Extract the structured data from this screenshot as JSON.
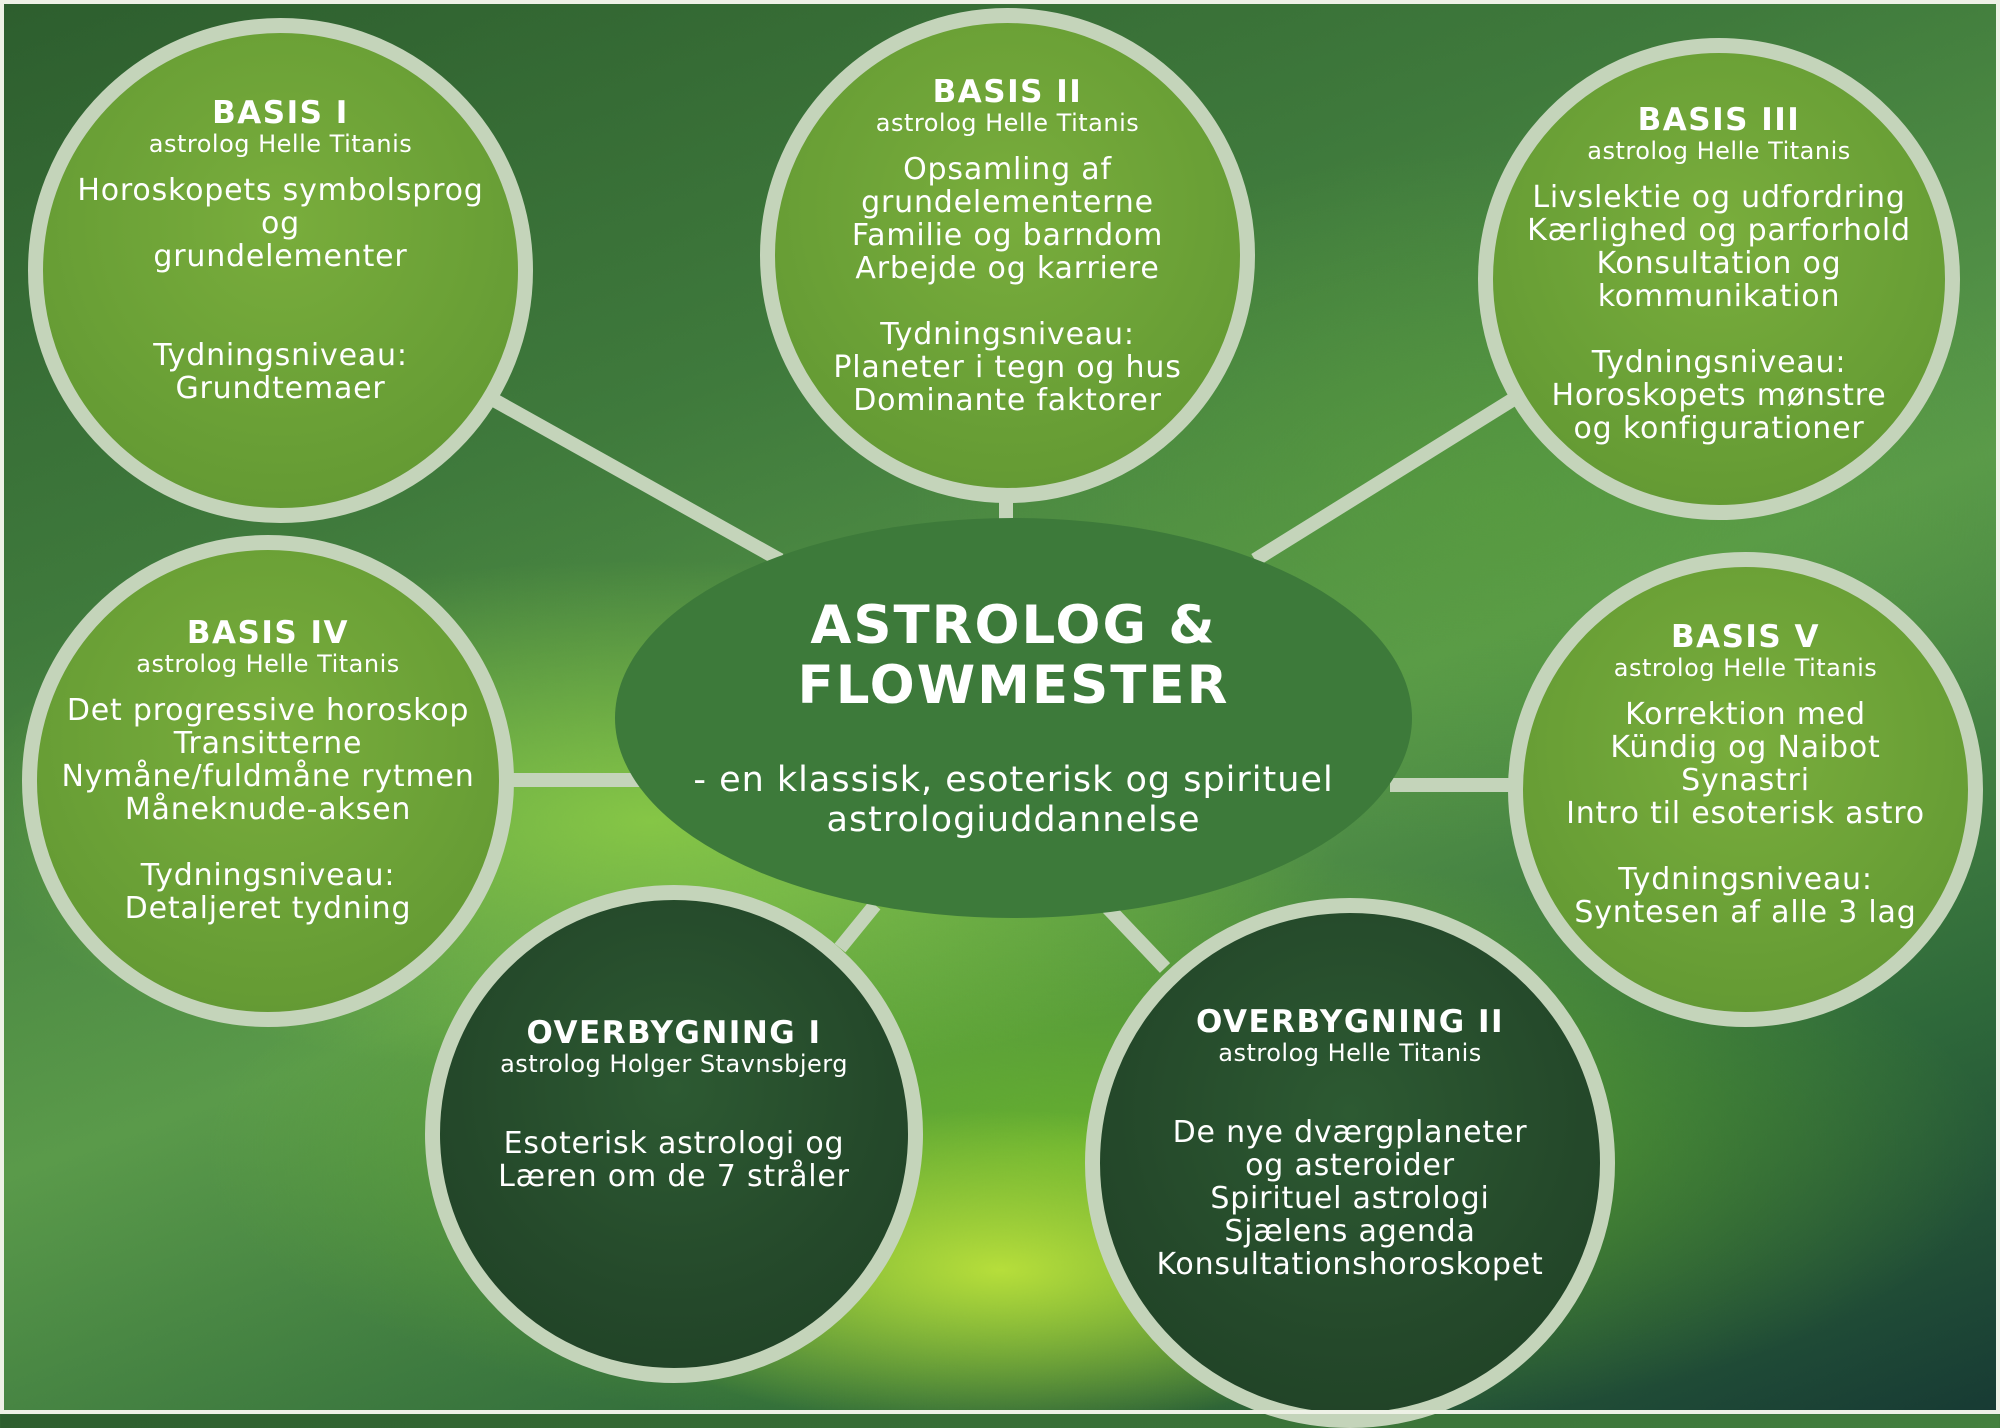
{
  "center": {
    "title_lines": [
      "ASTROLOG &",
      "FLOWMESTER"
    ],
    "subtitle_lines": [
      "- en klassisk, esoterisk og spirituel",
      "astrologiuddannelse"
    ]
  },
  "modules": [
    {
      "title": "BASIS I",
      "teacher": "astrolog Helle Titanis",
      "topics": [
        "Horoskopets symbolsprog",
        "og",
        "grundelementer"
      ],
      "level_label": "Tydningsniveau:",
      "level": [
        "Grundtemaer"
      ]
    },
    {
      "title": "BASIS II",
      "teacher": "astrolog Helle Titanis",
      "topics": [
        "Opsamling af",
        "grundelementerne",
        "Familie og barndom",
        "Arbejde og karriere"
      ],
      "level_label": "Tydningsniveau:",
      "level": [
        "Planeter i tegn og hus",
        "Dominante faktorer"
      ]
    },
    {
      "title": "BASIS III",
      "teacher": "astrolog Helle Titanis",
      "topics": [
        "Livslektie og udfordring",
        "Kærlighed og parforhold",
        "Konsultation og",
        "kommunikation"
      ],
      "level_label": "Tydningsniveau:",
      "level": [
        "Horoskopets mønstre",
        "og konfigurationer"
      ]
    },
    {
      "title": "BASIS IV",
      "teacher": "astrolog Helle Titanis",
      "topics": [
        "Det progressive horoskop",
        "Transitterne",
        "Nymåne/fuldmåne rytmen",
        "Måneknude-aksen"
      ],
      "level_label": "Tydningsniveau:",
      "level": [
        "Detaljeret tydning"
      ]
    },
    {
      "title": "BASIS V",
      "teacher": "astrolog Helle Titanis",
      "topics": [
        "Korrektion med",
        "Kündig og Naibot",
        "Synastri",
        "Intro til esoterisk astro"
      ],
      "level_label": "Tydningsniveau:",
      "level": [
        "Syntesen af alle 3 lag"
      ]
    },
    {
      "title": "OVERBYGNING I",
      "teacher": "astrolog Holger Stavnsbjerg",
      "topics": [
        "Esoterisk astrologi og",
        "Læren om de 7 stråler"
      ],
      "level_label": "",
      "level": []
    },
    {
      "title": "OVERBYGNING II",
      "teacher": "astrolog Helle Titanis",
      "topics": [
        "De nye dværgplaneter",
        "og asteroider",
        "Spirituel astrologi",
        "Sjælens agenda",
        "Konsultationshoroskopet"
      ],
      "level_label": "",
      "level": []
    }
  ]
}
